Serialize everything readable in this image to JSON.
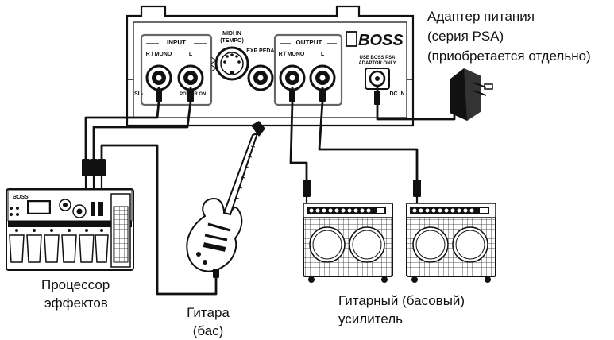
{
  "unit": {
    "input_label": "INPUT",
    "input_rmono": "R / MONO",
    "input_l": "L",
    "midi_in": "MIDI IN",
    "tempo": "(TEMPO)",
    "exp_pedal": "EXP PEDAL",
    "output_label": "OUTPUT",
    "output_rmono": "R / MONO",
    "output_l": "L",
    "brand": "BOSS",
    "use_boss_psa": "USE BOSS PSA",
    "adaptor_only": "ADAPTOR ONLY",
    "dc_in": "DC IN",
    "side_mark": "SL-",
    "power_on": "POWER ON"
  },
  "labels": {
    "adapter_line1": "Адаптер питания",
    "adapter_line2": "(серия PSA)",
    "adapter_line3": "(приобретается отдельно)",
    "processor_line1": "Процессор",
    "processor_line2": "эффектов",
    "guitar_line1": "Гитара",
    "guitar_line2": "(бас)",
    "amp_line1": "Гитарный (басовый)",
    "amp_line2": "усилитель"
  },
  "processor": {
    "brand": "BOSS"
  },
  "icons": [
    "pedal-unit",
    "ac-adapter-icon",
    "effects-processor-icon",
    "electric-guitar-icon",
    "guitar-amp-icon",
    "jack-plug-icon"
  ]
}
